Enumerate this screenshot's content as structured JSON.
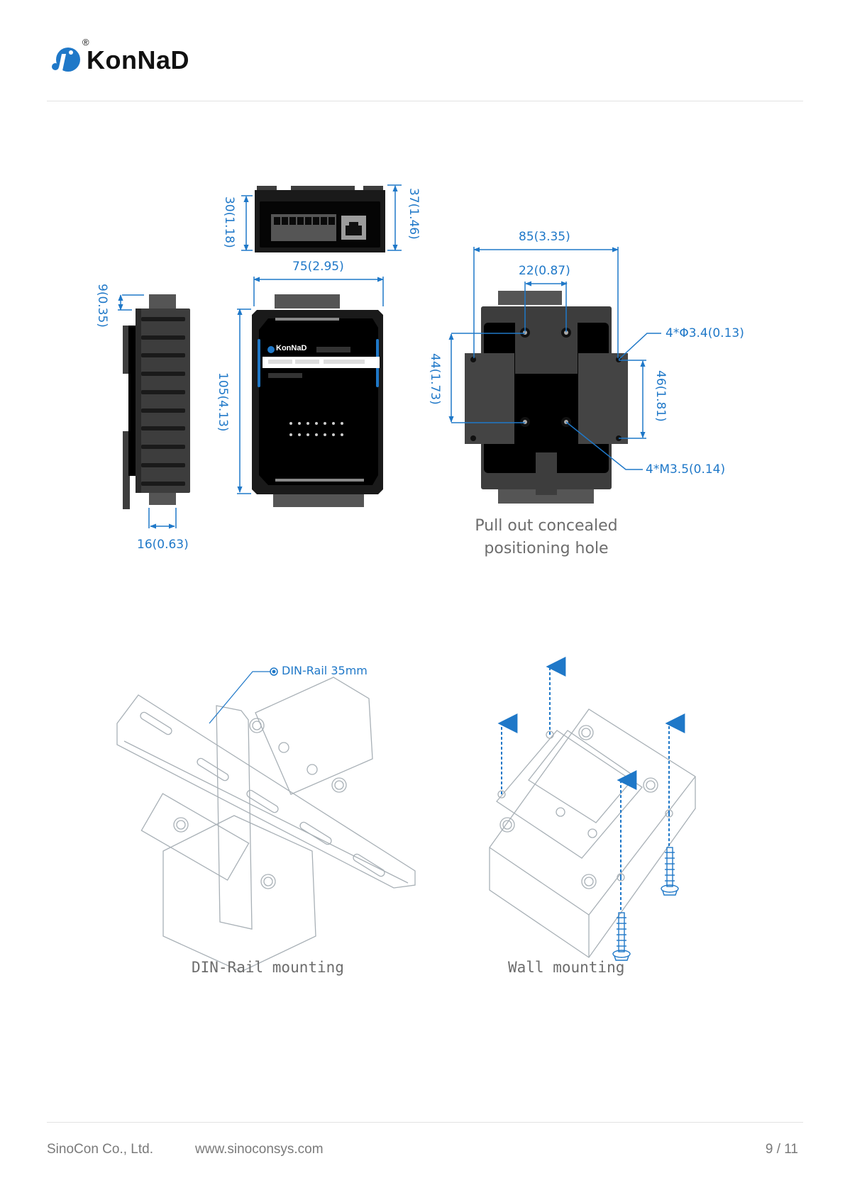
{
  "header": {
    "brand": "KonNaD",
    "registered_mark": "®"
  },
  "dimensions": {
    "top_view": {
      "inner_height": "30(1.18)",
      "outer_height": "37(1.46)"
    },
    "side_view": {
      "offset": "9(0.35)",
      "width": "16(0.63)"
    },
    "front_view": {
      "width": "75(2.95)",
      "height": "105(4.13)",
      "device_label": "KonNaD"
    },
    "back_view": {
      "overall_width": "85(3.35)",
      "hole_spacing": "22(0.87)",
      "vertical_hole_spacing": "44(1.73)",
      "mount_hole_spacing": "46(1.81)",
      "mount_hole_spec": "4*Φ3.4(0.13)",
      "screw_spec": "4*M3.5(0.14)",
      "caption_line1": "Pull out concealed",
      "caption_line2": "positioning hole"
    }
  },
  "mounting": {
    "din_callout": "DIN-Rail 35mm",
    "din_caption": "DIN-Rail mounting",
    "wall_caption": "Wall mounting"
  },
  "footer": {
    "company": "SinoCon Co., Ltd.",
    "website": "www.sinoconsys.com",
    "page": "9 / 11"
  },
  "colors": {
    "accent": "#1f78c8",
    "device_dark": "#1a1a1a",
    "device_grey": "#3d3d3d",
    "line_art": "#a8b0b6"
  }
}
